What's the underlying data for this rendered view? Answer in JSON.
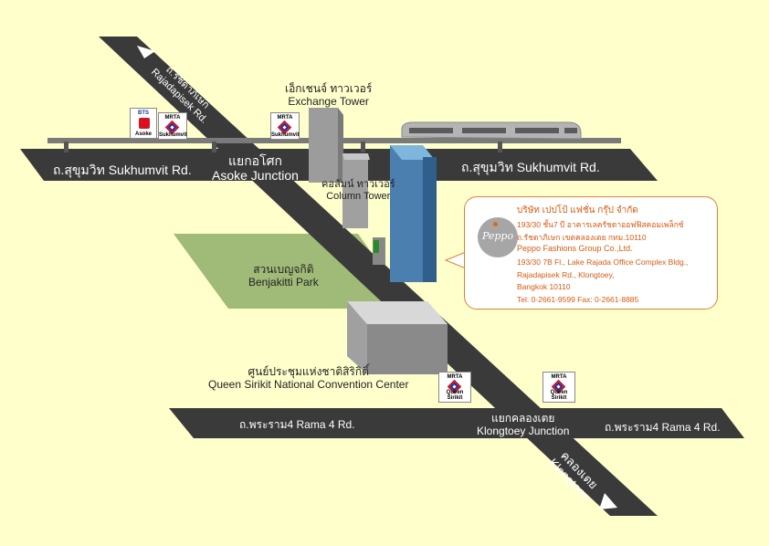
{
  "colors": {
    "background": "#ffffcc",
    "road": "#3a3a3a",
    "park": "#a0ba78",
    "tower": "#4a7fb0",
    "accent": "#d85a10"
  },
  "roads": {
    "sukhumvit_left": "ถ.สุขุมวิท  Sukhumvit Rd.",
    "sukhumvit_right": "ถ.สุขุมวิท  Sukhumvit Rd.",
    "rama4_left": "ถ.พระราม4  Rama 4 Rd.",
    "rama4_right": "ถ.พระราม4  Rama 4 Rd.",
    "rajadapisek_th": "ถ.รัชดาภิเษก",
    "rajadapisek_en": "Rajadapisek Rd.",
    "klongtoey_th": "คลองเตย",
    "klongtoey_en": "Klongtoey"
  },
  "junctions": {
    "asoke_th": "แยกอโศก",
    "asoke_en": "Asoke Junction",
    "klongtoey_th": "แยกคลองเตย",
    "klongtoey_en": "Klongtoey Junction"
  },
  "landmarks": {
    "exchange_th": "เอ็กเชนจ์ ทาวเวอร์",
    "exchange_en": "Exchange Tower",
    "column_th": "คอลัมน์ ทาวเวอร์",
    "column_en": "Column Tower",
    "park_th": "สวนเบญจกิติ",
    "park_en": "Benjakitti Park",
    "qsncc_th": "ศูนย์ประชุมแห่งชาติสิริกิติ์",
    "qsncc_en": "Queen Sirikit National Convention Center"
  },
  "stations": {
    "bts_logo": "BTS",
    "bts_name": "Asoke",
    "mrta_logo": "MRTA",
    "mrta_sukhumvit_1": "Sukhumvit",
    "mrta_sukhumvit_2": "Sukhumvit",
    "mrta_qs_1": "Queen Sirikit",
    "mrta_qs_2": "Queen Sirikit"
  },
  "company": {
    "logo_text": "Peppo",
    "name_th": "บริษัท เปปโป้ แฟชั่น กรุ๊ป จำกัด",
    "addr_th_1": "193/30 ชั้น7 บี อาคารเลครัชดาออฟฟิสคอมเพล็กซ์",
    "addr_th_2": "ถ.รัชดาภิเษก  เขตคลองเตย  กทม.10110",
    "name_en": "Peppo Fashions Group Co.,Ltd.",
    "addr_en_1": "193/30 7B Fl., Lake Rajada Office Complex Bldg.,",
    "addr_en_2": "Rajadapisek Rd., Klongtoey,",
    "addr_en_3": "Bangkok 10110",
    "contact": "Tel: 0-2661-9599    Fax: 0-2661-8885"
  }
}
